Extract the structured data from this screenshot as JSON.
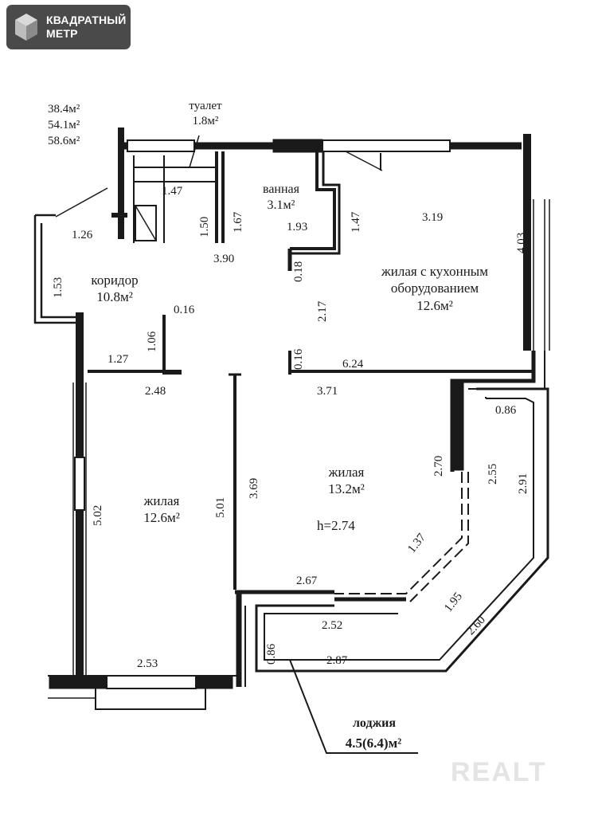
{
  "logo": {
    "line1": "КВАДРАТНЫЙ",
    "line2": "МЕТР"
  },
  "areas": {
    "living_total": "38.4м²",
    "total": "54.1м²",
    "total_with_loggia": "58.6м²"
  },
  "rooms": {
    "toilet": {
      "name": "туалет",
      "area": "1.8м²"
    },
    "bathroom": {
      "name": "ванная",
      "area": "3.1м²"
    },
    "corridor": {
      "name": "коридор",
      "area": "10.8м²"
    },
    "kitchen_living": {
      "name_line1": "жилая с кухонным",
      "name_line2": "оборудованием",
      "area": "12.6м²"
    },
    "living_left": {
      "name": "жилая",
      "area": "12.6м²"
    },
    "living_center": {
      "name": "жилая",
      "area": "13.2м²",
      "height": "h=2.74"
    },
    "loggia": {
      "name": "лоджия",
      "area": "4.5(6.4)м²"
    }
  },
  "dimensions": {
    "d_1_47_a": "1.47",
    "d_1_67": "1.67",
    "d_1_50": "1.50",
    "d_1_93": "1.93",
    "d_1_47_b": "1.47",
    "d_3_19": "3.19",
    "d_4_03": "4.03",
    "d_1_26": "1.26",
    "d_1_53": "1.53",
    "d_3_90": "3.90",
    "d_0_18": "0.18",
    "d_2_17": "2.17",
    "d_0_16_a": "0.16",
    "d_1_06": "1.06",
    "d_1_27": "1.27",
    "d_0_16_b": "0.16",
    "d_6_24": "6.24",
    "d_2_48": "2.48",
    "d_3_71": "3.71",
    "d_0_86_a": "0.86",
    "d_2_70": "2.70",
    "d_2_55": "2.55",
    "d_2_91": "2.91",
    "d_5_02": "5.02",
    "d_5_01": "5.01",
    "d_3_69": "3.69",
    "d_1_37": "1.37",
    "d_2_67": "2.67",
    "d_1_95": "1.95",
    "d_2_60": "2.60",
    "d_2_52": "2.52",
    "d_0_86_b": "0.86",
    "d_2_87": "2.87",
    "d_2_53": "2.53"
  },
  "watermark": "REALT"
}
